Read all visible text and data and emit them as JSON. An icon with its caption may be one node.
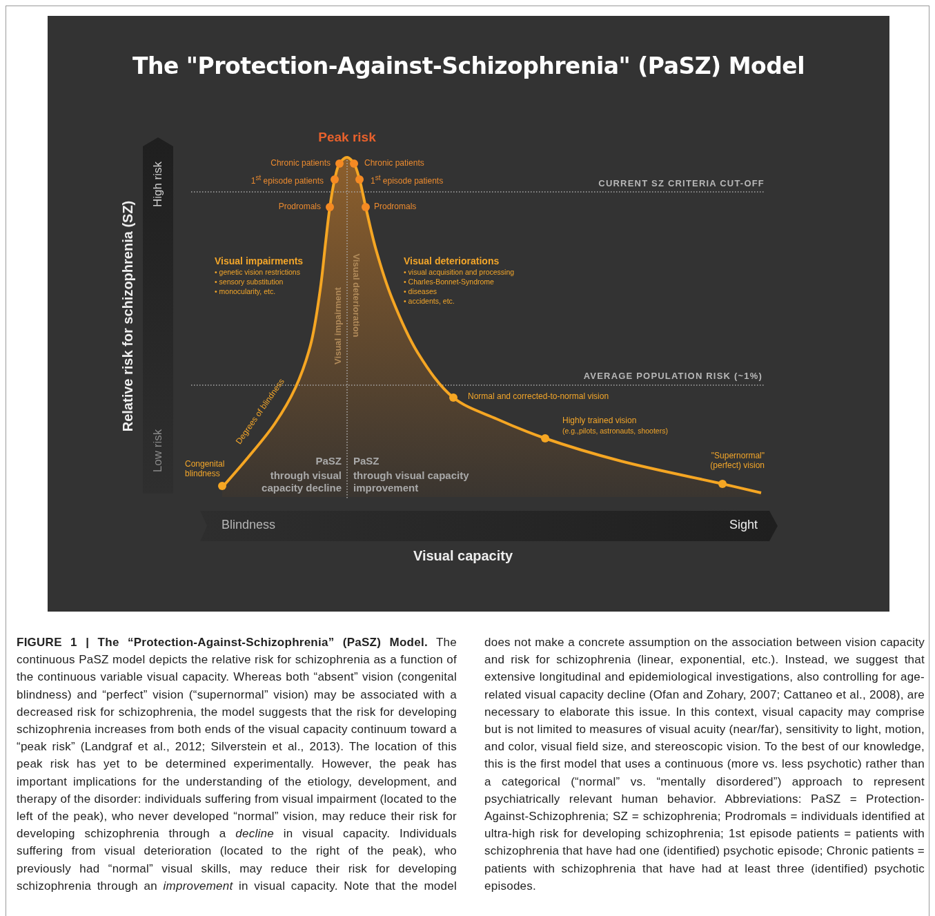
{
  "diagram": {
    "title": "The \"Protection-Against-Schizophrenia\" (PaSZ) Model",
    "caption": "**FIGURE 1 | The “Protection-Against-Schizophrenia” (PaSZ) Model.** The continuous PaSZ model depicts the relative risk for schizophrenia as a function of the continuous variable visual capacity. Whereas both “absent” vision (congenital blindness) and “perfect” vision (“supernormal” vision) may be associated with a decreased risk for schizophrenia, the model suggests that the risk for developing schizophrenia increases from both ends of the visual capacity continuum toward a “peak risk” (Landgraf et al., 2012; Silverstein et al., 2013). The location of this peak risk has yet to be determined experimentally. However, the peak has important implications for the understanding of the etiology, development, and therapy of the disorder: individuals suffering from visual impairment (located to the left of the peak), who never developed “normal” vision, may reduce their risk for developing schizophrenia through a *decline* in visual capacity. Individuals suffering from visual deterioration (located to the right of the peak), who previously had “normal” visual skills, may reduce their risk for developing schizophrenia through an *improvement* in visual capacity. Note that the model does not make a concrete assumption on the association between vision capacity and risk for schizophrenia (linear, exponential, etc.). Instead, we suggest that extensive longitudinal and epidemiological investigations, also controlling for age-related visual capacity decline (Ofan and Zohary, 2007; Cattaneo et al., 2008), are necessary to elaborate this issue. In this context, visual capacity may comprise but is not limited to measures of visual acuity (near/far), sensitivity to light, motion, and color, visual field size, and stereoscopic vision. To the best of our knowledge, this is the first model that uses a continuous (more vs. less psychotic) rather than a categorical (“normal” vs. “mentally disordered”) approach to represent psychiatrically relevant human behavior. Abbreviations: PaSZ = Protection-Against-Schizophrenia; SZ = schizophrenia; Prodromals = individuals identified at ultra-high risk for developing schizophrenia; 1st episode patients = patients with schizophrenia that have had one (identified) psychotic episode; Chronic patients = patients with schizophrenia that have had at least three (identified) psychotic episodes.",
    "labels": [
      "Peak risk",
      "Chronic patients",
      "Chronic patients",
      "1$^{st}$ episode patients",
      "1$^{st}$ episode patients",
      "CURRENT SZ CRITERIA CUT-OFF",
      "Prodromals",
      "Prodromals",
      "Visual impairments",
      "• genetic vision restrictions",
      "• sensory substitution",
      "• monocularity, etc.",
      "Visual deteriorations",
      "• visual acquisition and processing",
      "• Charles-Bonnet-Syndrome",
      "• diseases",
      "• accidents, etc.",
      "Visual impairment",
      "Visual deterioration",
      "High risk",
      "Low risk",
      "Relative risk for schizophrenia (SZ)",
      "AVERAGE POPULATION RISK (~1%)",
      "Degrees of blindness",
      "Normal and corrected-to-normal vision",
      "Highly trained vision",
      "(e.g.,pilots, astronauts, shooters)",
      "Congenital blindness",
      "\"Supernormal\" (perfect) vision",
      "PaSZ",
      "through visual capacity decline",
      "PaSZ",
      "through visual capacity improvement",
      "Blindness",
      "Sight",
      "Visual capacity"
    ]
  }
}
